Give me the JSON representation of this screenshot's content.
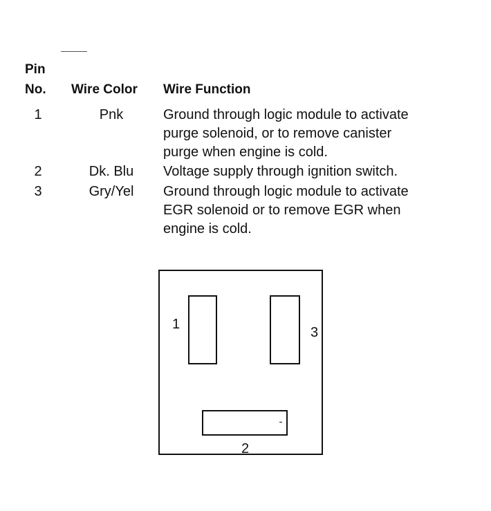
{
  "table": {
    "headers": {
      "pin_line1": "Pin",
      "pin_line2": "No.",
      "wire_color": "Wire Color",
      "wire_function": "Wire Function"
    },
    "rows": [
      {
        "pin": "1",
        "color": "Pnk",
        "function_lines": [
          "Ground through logic module to activate",
          "purge solenoid, or to remove canister",
          "purge when engine is cold."
        ]
      },
      {
        "pin": "2",
        "color": "Dk. Blu",
        "function_lines": [
          "Voltage supply through ignition switch."
        ]
      },
      {
        "pin": "3",
        "color": "Gry/Yel",
        "function_lines": [
          "Ground through logic module to activate",
          "EGR solenoid or to remove EGR when",
          "engine is cold."
        ]
      }
    ]
  },
  "connector": {
    "terminal_labels": [
      "1",
      "2",
      "3"
    ]
  }
}
